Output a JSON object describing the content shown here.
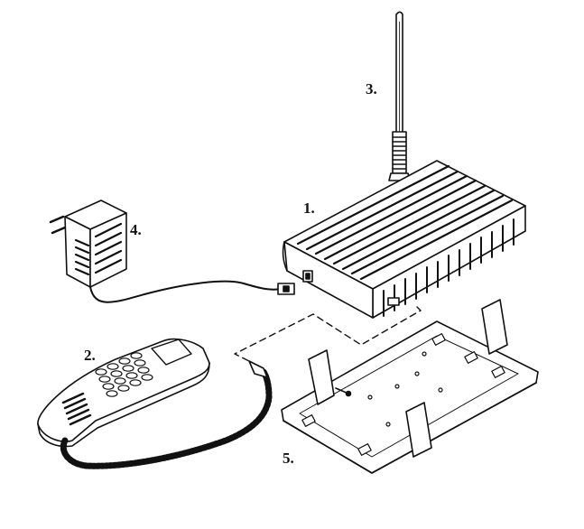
{
  "callouts": {
    "base_unit": "1.",
    "handset": "2.",
    "antenna": "3.",
    "power_adapter": "4.",
    "mounting_bracket": "5."
  },
  "colors": {
    "ink": "#111111",
    "paper": "#ffffff"
  }
}
